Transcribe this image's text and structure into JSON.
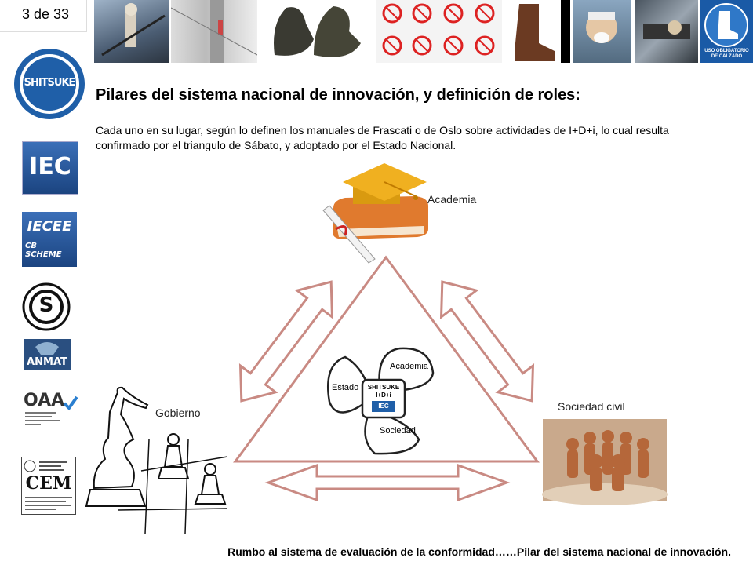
{
  "slide": {
    "counter": "3 de 33"
  },
  "photo_strip": {
    "items": [
      "workers-photo",
      "tower-photo",
      "gloves-photo",
      "prohibition-signs",
      "boots-photo",
      "mask-worker-photo",
      "machinery-photo",
      "mandatory-boots-sign"
    ],
    "mandatory_sign_text": "USO OBLIGATORIO DE CALZADO"
  },
  "logos": {
    "shitsuke": "SHITSUKE",
    "iec": "IEC",
    "iecee": "IECEE",
    "iecee_sub": "CB SCHEME",
    "s_mark": "S",
    "anmat": "ANMAT",
    "oaa": "OAA",
    "cem": "CEM"
  },
  "title": "Pilares del sistema nacional de innovación, y definición de roles:",
  "body": "Cada uno en su lugar, según lo definen los manuales de Frascati o de Oslo sobre actividades de I+D+i, lo cual resulta confirmado por el triangulo de Sábato, y adoptado por el Estado Nacional.",
  "diagram": {
    "nodes": {
      "academia": "Academia",
      "gobierno": "Gobierno",
      "sociedad_civil": "Sociedad civil"
    },
    "propeller": {
      "blade_academia": "Academia",
      "blade_estado": "Estado",
      "blade_sociedad": "Sociedad",
      "hub_title": "SHITSUKE",
      "hub_sub": "I+D+i",
      "hub_logo": "IEC"
    },
    "colors": {
      "triangle": "#c98a83",
      "arrow": "#c98a83",
      "book": "#e07a2e",
      "cap": "#f0b020"
    }
  },
  "footer": "Rumbo al sistema de evaluación de la conformidad……Pilar del sistema nacional de innovación."
}
